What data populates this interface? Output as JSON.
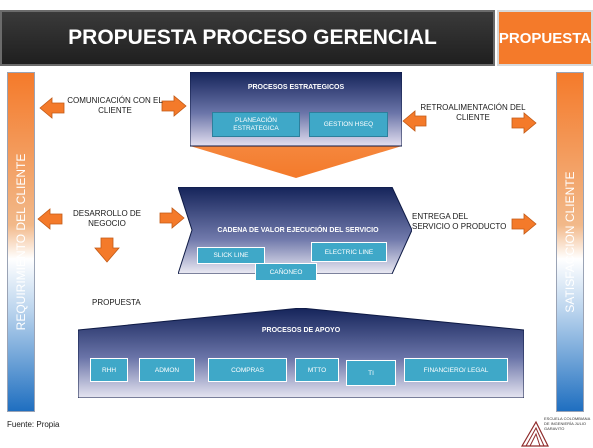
{
  "header": {
    "title": "PROPUESTA PROCESO GERENCIAL",
    "badge": "PROPUESTA"
  },
  "side": {
    "left_label": "REQUIRIMIENTO DEL CLIENTE",
    "right_label": "SATISFACCION CLIENTE"
  },
  "strategic": {
    "title": "PROCESOS ESTRATEGICOS",
    "items": [
      "PLANEACIÓN ESTRATEGICA",
      "GESTION HSEQ"
    ],
    "left_label": "COMUNICACIÓN CON EL CLIENTE",
    "right_label": "RETROALIMENTACIÓN DEL CLIENTE"
  },
  "value_chain": {
    "title": "CADENA DE VALOR EJECUCIÓN DEL SERVICIO",
    "items": [
      "SLICK LINE",
      "ELECTRIC LINE",
      "CAÑONEO"
    ],
    "left_label": "DESARROLLO DE NEGOCIO",
    "right_label": "ENTREGA DEL SERVICIO O PRODUCTO"
  },
  "support": {
    "caption": "PROPUESTA",
    "title": "PROCESOS DE APOYO",
    "items": [
      "RHH",
      "ADMON",
      "COMPRAS",
      "MTTO",
      "TI",
      "FINANCIERO/ LEGAL"
    ]
  },
  "footer": {
    "source": "Fuente: Propia",
    "logo_text": "ESCUELA COLOMBIANA DE INGENIERÍA JULIO GARAVITO"
  },
  "colors": {
    "accent": "#f47a2a",
    "navy": "#15245a",
    "button": "#3fa8c8"
  }
}
